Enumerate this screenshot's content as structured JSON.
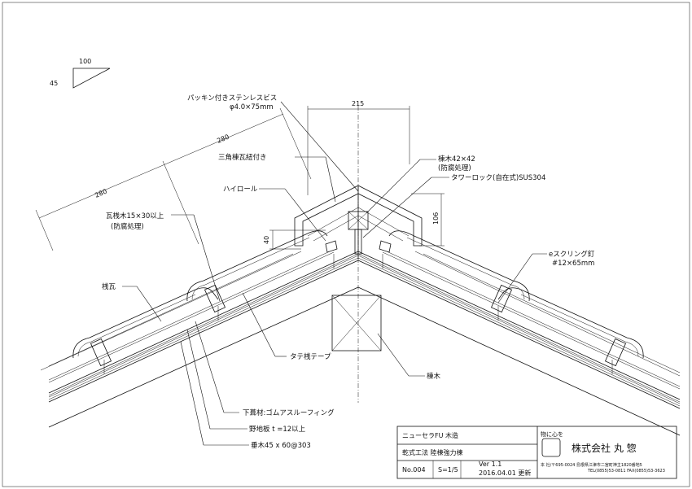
{
  "slope_indicator": {
    "run": "100",
    "rise": "45"
  },
  "dimensions": {
    "top_width": "215",
    "slope_length_1": "280",
    "slope_length_2": "280",
    "cap_height": "106",
    "left_height": "40"
  },
  "labels": {
    "screw": "パッキン付きステンレスビス",
    "screw_size": "φ4.0×75mm",
    "triangle_ridge": "三角棟瓦紐付き",
    "ridge_board": "棟木42×42",
    "ridge_board_treatment": "(防腐処理)",
    "tower_lock": "タワーロック(自在式)SUS304",
    "high_roll": "ハイロール",
    "batten": "瓦桟木15×30以上",
    "batten_treatment": "(防腐処理)",
    "eave_tile": "桟瓦",
    "vertical_tape": "タテ桟テープ",
    "ridge_beam": "棟木",
    "screw_nail": "eスクリング釘",
    "screw_nail_size": "#12×65mm",
    "underlayment": "下葺材:ゴムアスルーフィング",
    "sheathing": "野地板 t =12以上",
    "rafter": "垂木45 x 60@303"
  },
  "title_block": {
    "product": "ニューセラFU 木造",
    "method": "乾式工法 陸棟強力棟",
    "number": "No.004",
    "scale": "S=1/5",
    "version": "Ver 1.1",
    "updated": "2016.04.01 更新",
    "motto": "物に心を",
    "company": "株式会社 丸 惣",
    "address": "本 社/〒695-0024 島根県江津市二宮町神主1820番地5",
    "phone": "TEL(0855)53-0811 FAX(0855)53-3623"
  }
}
